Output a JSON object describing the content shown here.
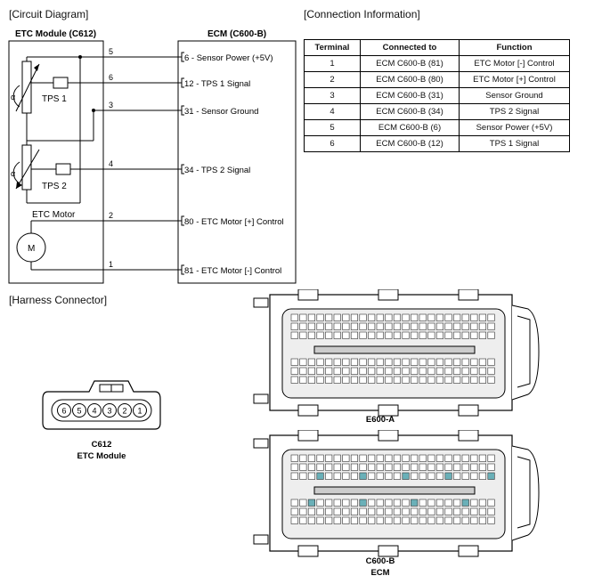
{
  "sections": {
    "circuit": "[Circuit Diagram]",
    "connection": "[Connection Information]",
    "harness": "[Harness Connector]"
  },
  "etc_module": {
    "title": "ETC Module (C612)",
    "tps1": "TPS 1",
    "tps2": "TPS 2",
    "motor_label": "ETC Motor",
    "motor_symbol": "M",
    "alpha": "α",
    "pins": [
      "5",
      "6",
      "3",
      "4",
      "2",
      "1"
    ]
  },
  "ecm": {
    "title": "ECM (C600-B)",
    "signals": [
      "6 - Sensor Power (+5V)",
      "12 - TPS 1 Signal",
      "31 - Sensor Ground",
      "34 - TPS 2 Signal",
      "80 - ETC Motor [+] Control",
      "81 - ETC Motor [-] Control"
    ]
  },
  "table": {
    "headers": [
      "Terminal",
      "Connected to",
      "Function"
    ],
    "rows": [
      [
        "1",
        "ECM C600-B (81)",
        "ETC Motor [-] Control"
      ],
      [
        "2",
        "ECM C600-B (80)",
        "ETC Motor [+] Control"
      ],
      [
        "3",
        "ECM C600-B (31)",
        "Sensor Ground"
      ],
      [
        "4",
        "ECM C600-B (34)",
        "TPS 2 Signal"
      ],
      [
        "5",
        "ECM C600-B (6)",
        "Sensor Power (+5V)"
      ],
      [
        "6",
        "ECM C600-B (12)",
        "TPS 1 Signal"
      ]
    ]
  },
  "connectors": {
    "c612_pins": [
      "6",
      "5",
      "4",
      "3",
      "2",
      "1"
    ],
    "c612_code": "C612",
    "c612_name": "ETC Module",
    "e600_label": "E600-A",
    "c600_code": "C600-B",
    "c600_name": "ECM"
  }
}
